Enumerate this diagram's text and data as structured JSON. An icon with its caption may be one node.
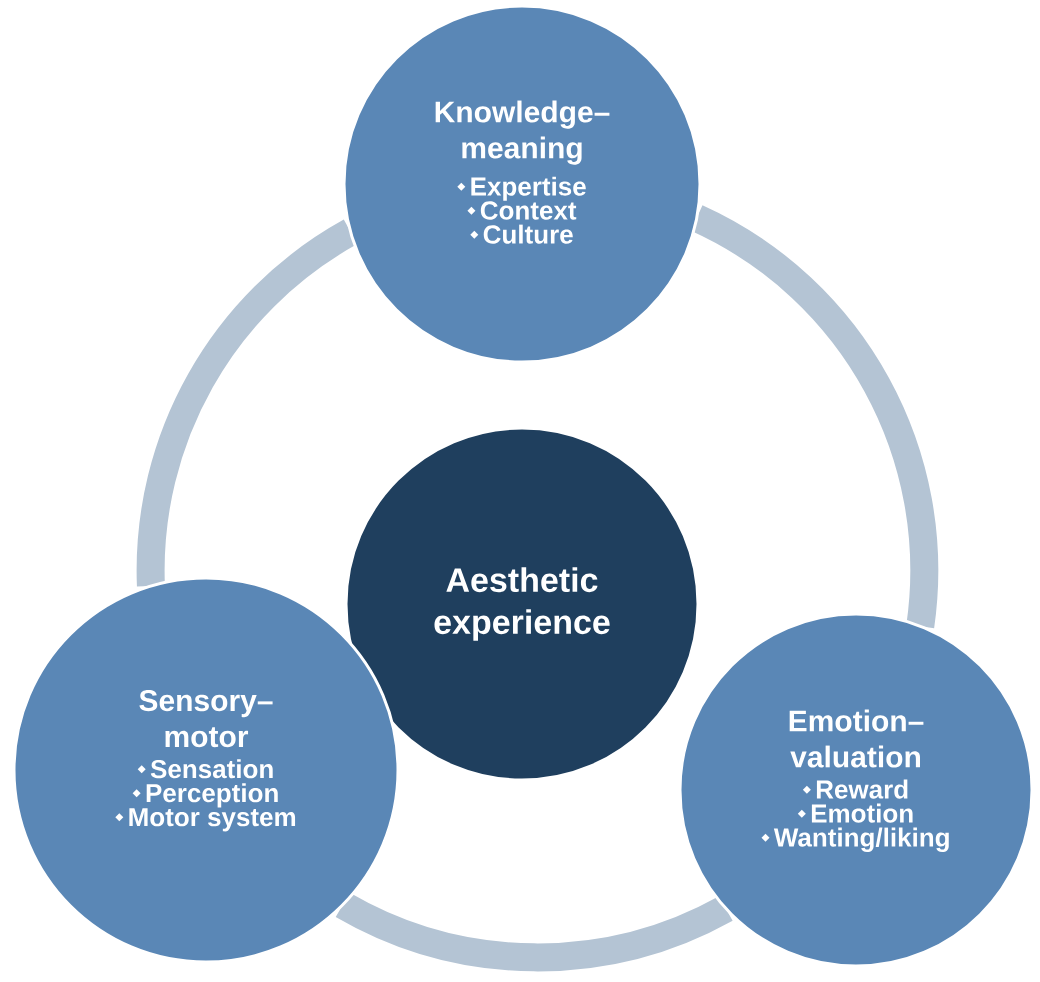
{
  "diagram": {
    "nodes": [
      {
        "text": [
          "Aesthetic experience"
        ]
      },
      {
        "text": [
          "Knowledge–meaning",
          "Expertise",
          "Context",
          "Culture"
        ]
      },
      {
        "text": [
          "Sensory–motor",
          "Sensation",
          "Perception",
          "Motor system"
        ]
      },
      {
        "text": [
          "Emotion–valuation",
          "Reward",
          "Emotion",
          "Wanting/liking"
        ]
      }
    ],
    "edges": [
      {
        "from": 1,
        "to": 2,
        "arrow": "none"
      },
      {
        "from": 2,
        "to": 3,
        "arrow": "none"
      },
      {
        "from": 3,
        "to": 1,
        "arrow": "none"
      }
    ]
  }
}
